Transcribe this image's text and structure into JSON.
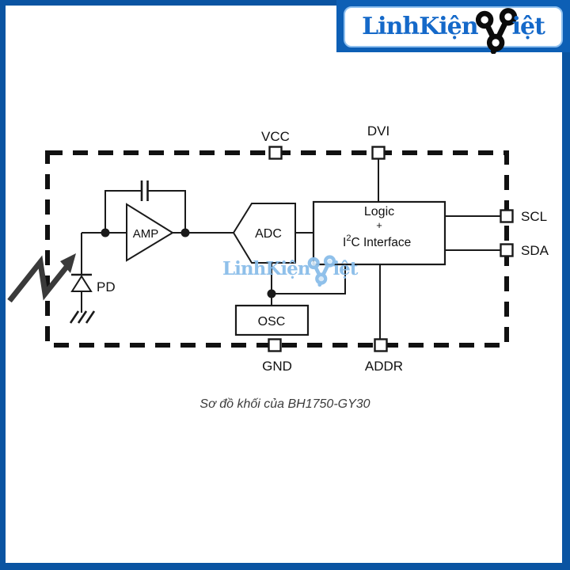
{
  "colors": {
    "frame_blue": "#0a54a2",
    "logo_background_blue": "#0d5fb5",
    "logo_text_blue": "#1569c9",
    "watermark_blue": "#8abde9",
    "diagram_line": "#1a1a1a",
    "light_arrow_gray": "#3a3a3a"
  },
  "logo": {
    "text_left": "LinhKiện",
    "text_right": "iệt",
    "icon": "branch-v-icon"
  },
  "watermark": {
    "text_left": "LinhKiện",
    "text_right": "iệt"
  },
  "diagram": {
    "pins": {
      "vcc": "VCC",
      "dvi": "DVI",
      "scl": "SCL",
      "sda": "SDA",
      "gnd": "GND",
      "addr": "ADDR"
    },
    "blocks": {
      "amp": "AMP",
      "adc": "ADC",
      "osc": "OSC",
      "logic_line1": "Logic",
      "logic_line2": "+",
      "i2c_prefix": "I",
      "i2c_sup": "2",
      "i2c_rest": "C Interface"
    },
    "labels": {
      "pd": "PD"
    }
  },
  "caption": "Sơ đồ khối của BH1750-GY30"
}
